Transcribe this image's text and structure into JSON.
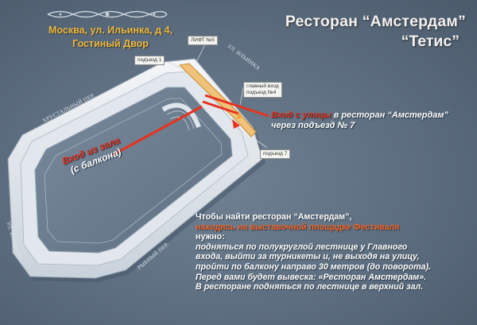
{
  "header": {
    "address_line1": "Москва, ул. Ильинка, д 4,",
    "address_line2": "Гостиный Двор",
    "title_line1": "Ресторан “Амстердам”",
    "title_line2": "“Тетис”"
  },
  "streets": {
    "ilyinka": "УЛ. ИЛЬИНКА",
    "khrustalny": "ХРУСТАЛЬНЫЙ ПЕР.",
    "varvarka": "УЛ. ВАРВАРКА",
    "rybny": "РЫБНЫЙ ПЕР."
  },
  "callouts": {
    "lift": "ЛИФТ №5",
    "entrance1": "подъезд 1",
    "main_entrance_line1": "главный вход",
    "main_entrance_line2": "подъезд №4",
    "entrance7": "подъезд 7"
  },
  "street_entry": {
    "red_text": "Вход с улицы",
    "white_text": " в ресторан “Амстердам”",
    "line2": "через подъезд № 7"
  },
  "hall_entry": {
    "line1": "Вход из зала",
    "line2": "(с балкона)"
  },
  "instructions": {
    "line1": "Чтобы найти ресторан “Амстердам”,",
    "line2": "находясь на выставочной площадке Фестиваля",
    "line3": "нужно:",
    "line4": "подняться по полукруглой лестнице у Главного",
    "line5": "входа, выйти за турникеты и, не выходя на улицу,",
    "line6": "пройти по балкону направо 30 метров (до поворота).",
    "line7": "Перед вами будет вывеска: «Ресторан Амстердам».",
    "line8": "В ресторане подняться по лестнице в верхний зал."
  },
  "colors": {
    "background": "#5c6d7f",
    "accent_orange": "#f0b93a",
    "route_red": "#e8321e",
    "highlight_orange": "#f0662a"
  }
}
